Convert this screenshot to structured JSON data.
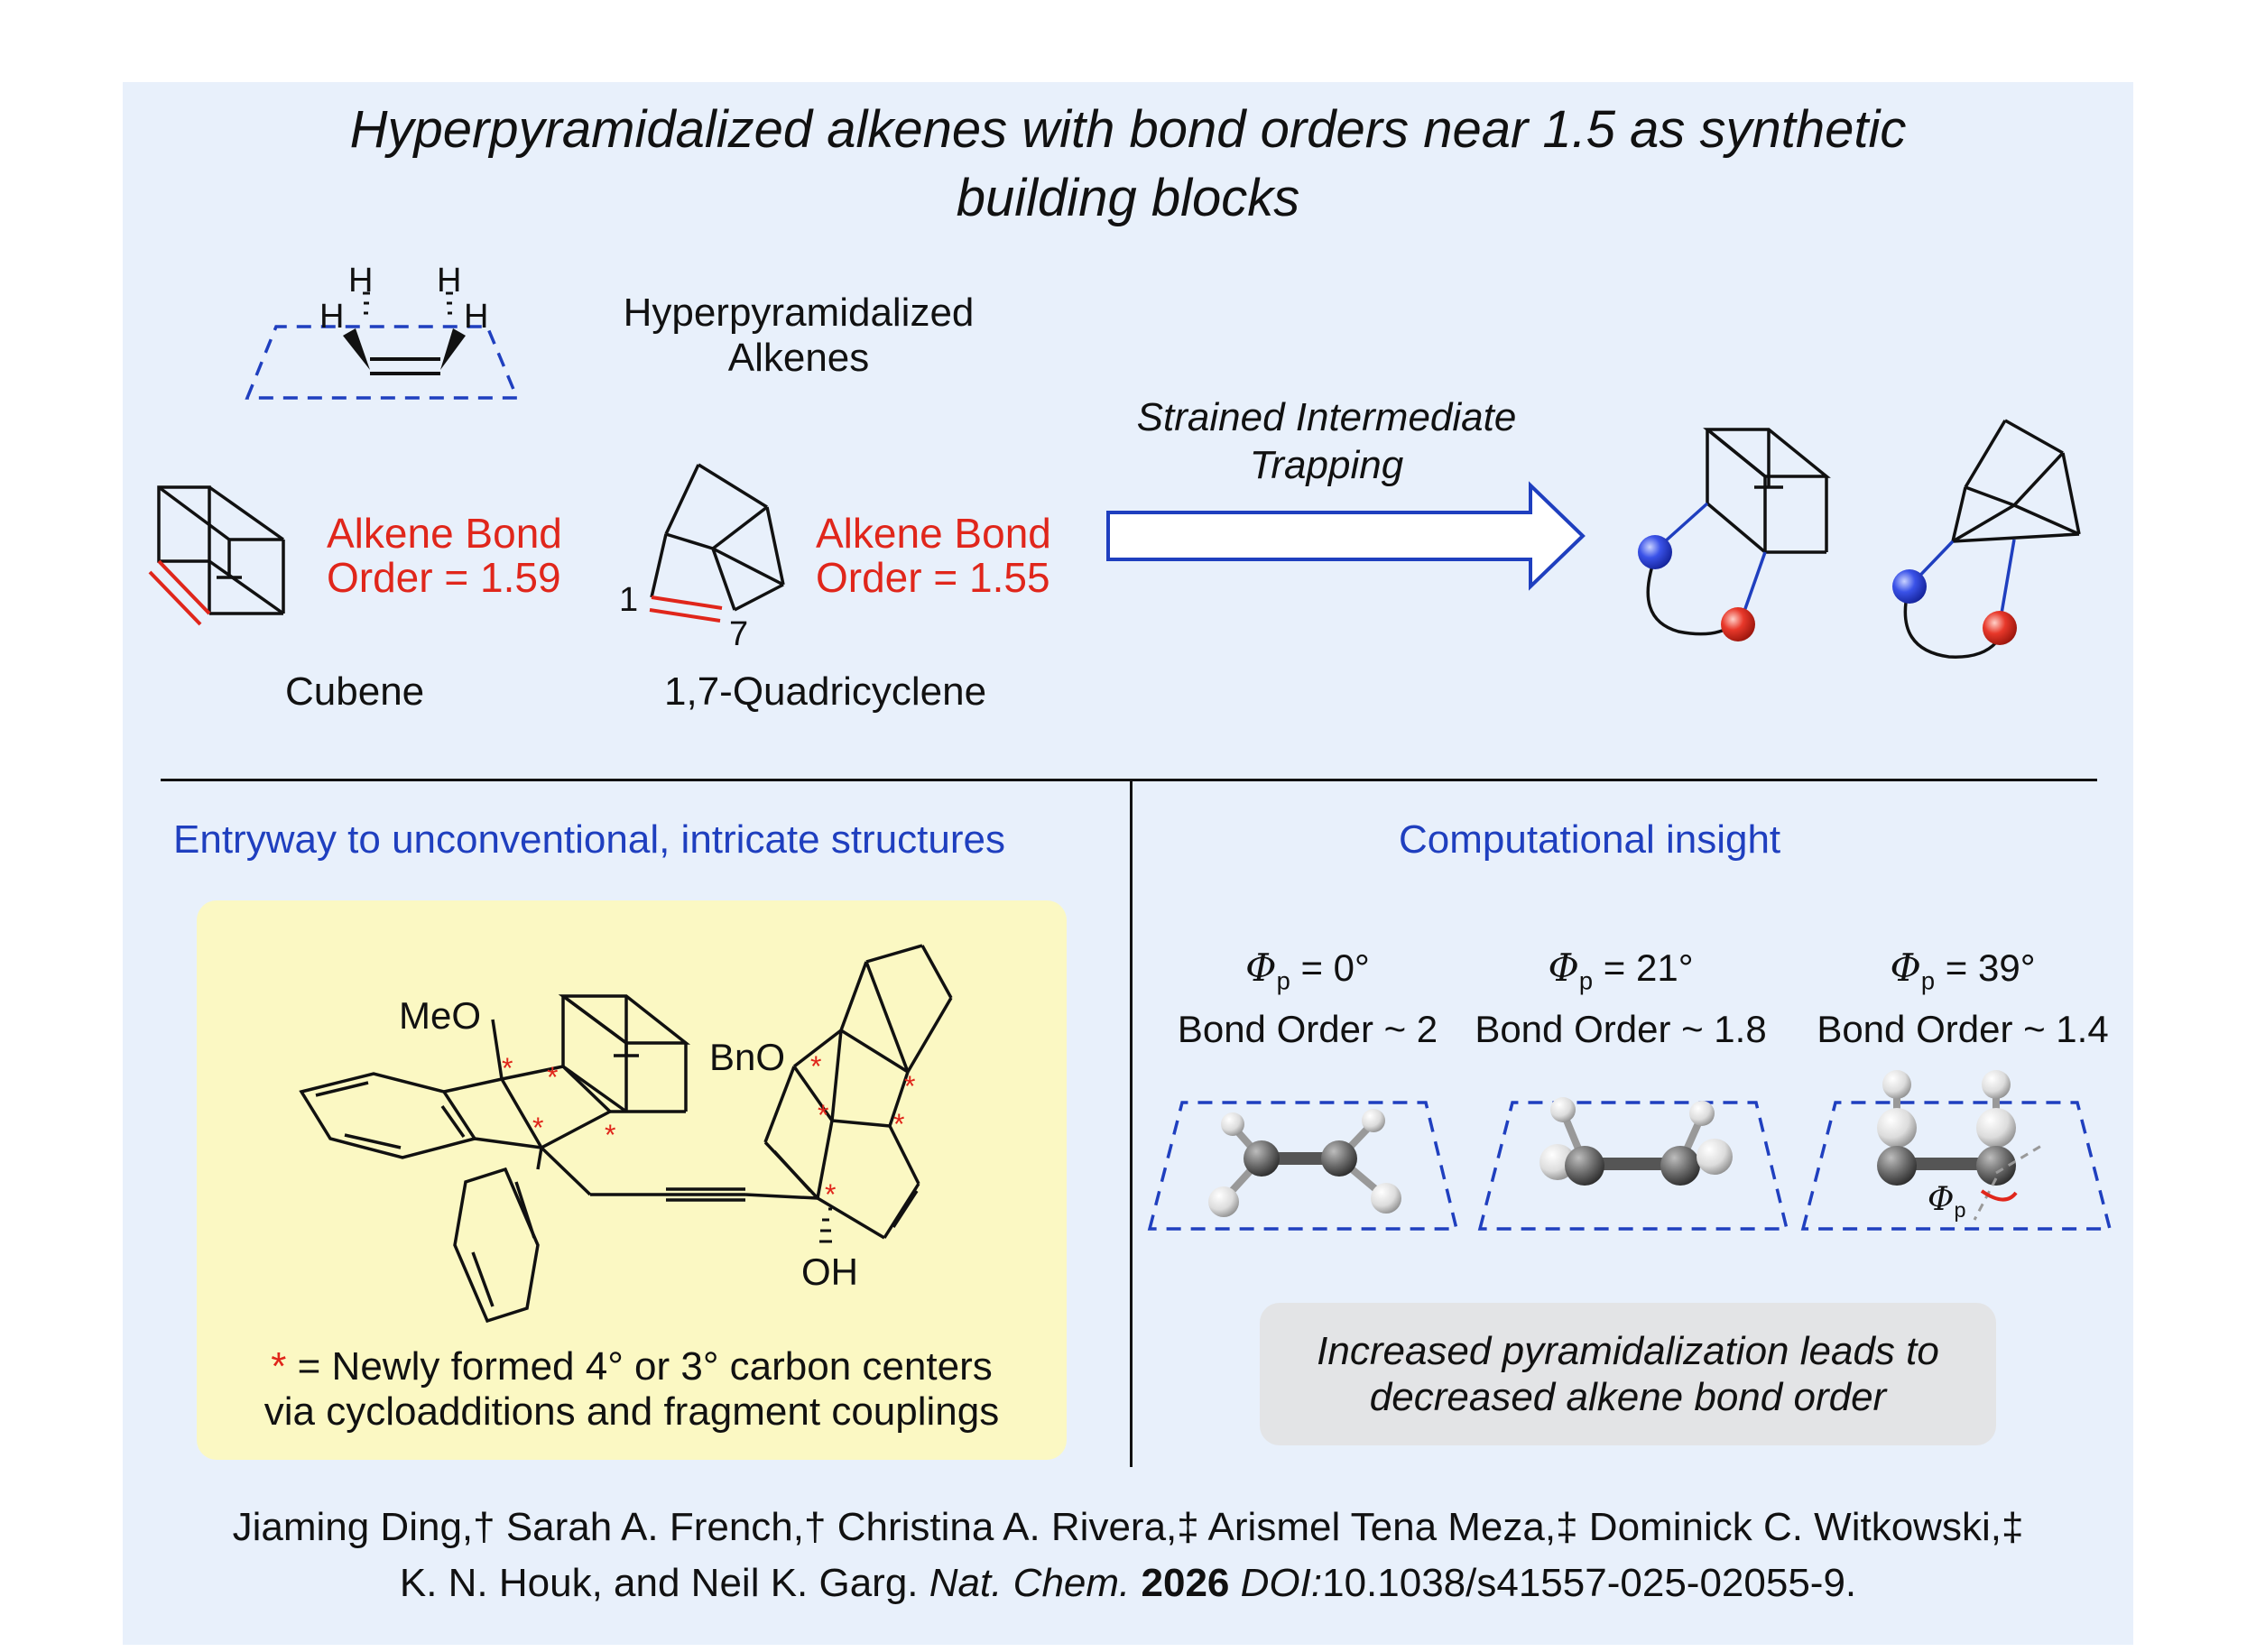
{
  "title": {
    "line1": "Hyperpyramidalized alkenes with bond orders near 1.5 as synthetic",
    "line2": "building blocks"
  },
  "header_graphic": {
    "label_line1": "Hyperpyramidalized",
    "label_line2": "Alkenes",
    "atoms": [
      "H",
      "H",
      "H",
      "H"
    ]
  },
  "cubene": {
    "bond_label_line1": "Alkene Bond",
    "bond_label_line2": "Order = 1.59",
    "name": "Cubene"
  },
  "quadricyclene": {
    "bond_label_line1": "Alkene Bond",
    "bond_label_line2": "Order = 1.55",
    "name": "1,7-Quadricyclene",
    "locant_1": "1",
    "locant_7": "7"
  },
  "arrow": {
    "label_line1": "Strained Intermediate",
    "label_line2": "Trapping"
  },
  "left_section": {
    "heading": "Entryway to unconventional, intricate structures",
    "group_meo": "MeO",
    "group_bno": "BnO",
    "group_oh": "OH",
    "star": "*",
    "note_star": "*",
    "note_line1": " = Newly formed 4° or 3° carbon centers",
    "note_line2": "via cycloadditions and fragment couplings"
  },
  "right_section": {
    "heading": "Computational insight",
    "angle_symbol": "Φ",
    "angle_sub": "p",
    "states": [
      {
        "angle": " = 0°",
        "bond_order": "Bond Order ~ 2"
      },
      {
        "angle": " = 21°",
        "bond_order": "Bond Order ~ 1.8"
      },
      {
        "angle": " = 39°",
        "bond_order": "Bond Order ~ 1.4"
      }
    ],
    "conclusion_line1": "Increased pyramidalization leads to",
    "conclusion_line2": "decreased alkene bond order"
  },
  "citation": {
    "line1": "Jiaming Ding,† Sarah A. French,† Christina A. Rivera,‡ Arismel Tena Meza,‡ Dominick C. Witkowski,‡",
    "line2_authors": "K. N. Houk, and Neil K. Garg. ",
    "journal": "Nat. Chem.",
    "year": "2026",
    "doi_label": "DOI:",
    "doi": "10.1038/s41557-025-02055-9."
  },
  "colors": {
    "background_panel": "#e8f0fb",
    "highlight_yellow": "#fbf8c3",
    "red_accent": "#e0261b",
    "blue_accent": "#1f3fbf",
    "grey_box": "#e3e4e6"
  }
}
